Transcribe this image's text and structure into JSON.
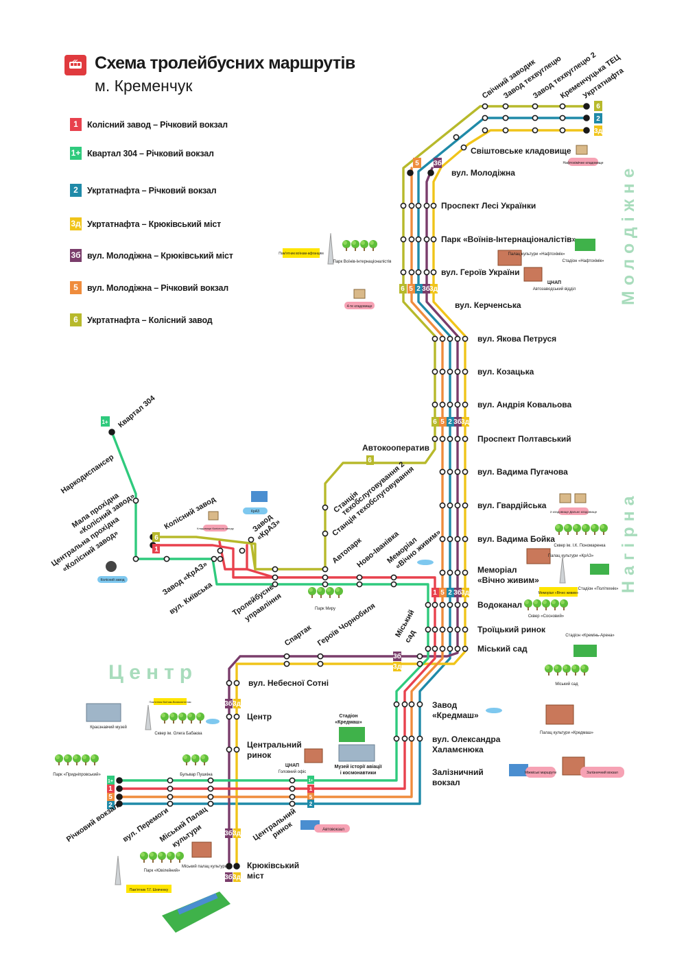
{
  "header": {
    "title": "Схема тролейбусних маршрутів",
    "subtitle": "м. Кременчук",
    "icon": "trolleybus-icon"
  },
  "colors": {
    "r1": "#e8414d",
    "r1p": "#2fca7d",
    "r2": "#1f8aa8",
    "r3d": "#f0c419",
    "r3b": "#7a3d6b",
    "r5": "#ef8c3c",
    "r6": "#b7b92b"
  },
  "legend": [
    {
      "badge": "1",
      "color": "#e8414d",
      "label": "Колісний завод – Річковий вокзал"
    },
    {
      "badge": "1+",
      "color": "#2fca7d",
      "label": "Квартал 304 – Річковий вокзал"
    },
    {
      "badge": "2",
      "color": "#1f8aa8",
      "label": "Укртатнафта – Річковий вокзал"
    },
    {
      "badge": "3д",
      "color": "#f0c419",
      "label": "Укртатнафта – Крюківський міст"
    },
    {
      "badge": "3б",
      "color": "#7a3d6b",
      "label": "вул. Молодіжна – Крюківський міст"
    },
    {
      "badge": "5",
      "color": "#ef8c3c",
      "label": "вул. Молодіжна – Річковий вокзал"
    },
    {
      "badge": "6",
      "color": "#b7b92b",
      "label": "Укртатнафта – Колісний завод"
    }
  ],
  "districts": [
    "Молодіжне",
    "Нагірна",
    "Центр"
  ],
  "stops_right": [
    "вул. Молодіжна",
    "Проспект Лесі Українки",
    "Парк «Воїнів-Інтернаціоналістів»",
    "вул. Героїв України",
    "вул. Керченська",
    "вул. Якова Петруся",
    "вул. Козацька",
    "вул. Андрія Ковальова",
    "Проспект Полтавський",
    "вул. Вадима Пугачова",
    "вул. Гвардійська",
    "вул. Вадима Бойка",
    "Водоканал",
    "Троїцький ринок",
    "Міський сад"
  ],
  "stops_top": [
    "Свічний заводик",
    "Завод техвуглецю",
    "Завод техвуглецю 2",
    "Кременчуцька ТЕЦ",
    "Укртатнафта"
  ],
  "stop_misc": {
    "svishtov": "Свіштовське кладовище",
    "memorial1": "Меморіал",
    "memorial2": "«Вічно живим»",
    "avtokoop": "Автокооператив",
    "sto2a": "Станція",
    "sto2b": "техобслуговування 2",
    "sto": "Станція техобслуговування",
    "avtopark": "Автопарк",
    "novo": "Ново-Іванівка",
    "mem_diag1": "Меморіал",
    "mem_diag2": "«Вічно живим»",
    "kvartal": "Квартал 304",
    "narko": "Наркодиспансер",
    "mala1": "Мала прохідна",
    "mala2": "«Колісний завод»",
    "centr1": "Центральна прохідна",
    "centr2": "«Колісний завод»",
    "kolisnyi": "Колісний завод",
    "kraz1": "Завод",
    "kraz2": "«КрАЗ»",
    "kraz_diag": "Завод «КрАЗ»",
    "kyivska": "вул. Київська",
    "trol1": "Тролейбусне",
    "trol2": "управління",
    "spartak": "Спартак",
    "heroes_ch": "Героїв Чорнобиля",
    "misk_sad1": "Міський",
    "misk_sad2": "сад",
    "nebesnoi": "вул. Небесної Сотні",
    "centr": "Центр",
    "rynok1": "Центральний",
    "rynok2": "ринок",
    "kremash1": "Завод",
    "kremash2": "«Кредмаш»",
    "khalam1": "вул. Олександра",
    "khalam2": "Халамєнюка",
    "zal1": "Залізничний",
    "zal2": "вокзал",
    "richkovyi": "Річковий вокзал",
    "peremohy": "вул. Перемоги",
    "palac1": "Міський Палац",
    "palac2": "культури",
    "rynok_d1": "Центральний",
    "rynok_d2": "ринок",
    "kryuk1": "Крюківський",
    "kryuk2": "міст"
  },
  "landmarks": {
    "nafto_kl": "Нафтохімічне кладовище",
    "pamyat_afg": "Пам'ятник воїнам-афганцям",
    "park_voiniv": "Парк Воїнів-Інтернаціоналістів",
    "palac_nafto": "Палац культури «Нафтохімік»",
    "stadion_nafto": "Стадіон «Нафтохімік»",
    "cnap_avto1": "ЦНАП",
    "cnap_avto2": "Автозаводський відділ",
    "kladovyshche4": "4-те кладовище",
    "kladovyshche_23": "2 кладовище Дальнє кладовище",
    "skver_ponom": "Сквер ім. І.К. Пономаренка",
    "palac_kraz": "Палац культури «КрАЗ»",
    "stadion_polit": "Стадіон «Політехнік»",
    "memorial_vzh": "Меморіал «Вічно живим»",
    "skver_sosn": "Сквер «Сосновий»",
    "kladovyshche_kol": "Кладовище Колісного заводу",
    "kraz_logo": "КрАЗ",
    "kolesnyi_logo": "Колісний завод",
    "park_myru": "Парк Миру",
    "stadion_kremin": "Стадіон «Кремінь-Арена»",
    "misk_sad_park": "Міський сад",
    "palac_kremash": "Палац культури «Кредмаш»",
    "krayeznavchyi": "Краєзнавчий музей",
    "pamyat_chorn": "Пам'ятник Воїнам-Визволителям",
    "skver_babaeva": "Сквер ім. Олега Бабаєва",
    "stadion_kremash1": "Стадіон",
    "stadion_kremash2": "«Кредмаш»",
    "cnap_center1": "ЦНАП",
    "cnap_center2": "Головний офіс",
    "muzei1": "Музей історії авіації",
    "muzei2": "і космонавтики",
    "park_pridn": "Парк «Придніпровський»",
    "bulvar_push": "Бульвар Пушкіна",
    "avtovokzal": "Автовокзал",
    "mizhmisk": "Міжміські маршрути",
    "zal_vokzal": "Залізничний вокзал",
    "park_yuvil": "Парк «Ювілейний»",
    "misk_palac_k": "Міський палац культури",
    "pamyat_shev": "Пам'ятник Т.Г. Шевченку"
  },
  "badges": {
    "b1": "1",
    "b1p": "1+",
    "b2": "2",
    "b3d": "3д",
    "b3b": "3б",
    "b5": "5",
    "b6": "6"
  }
}
